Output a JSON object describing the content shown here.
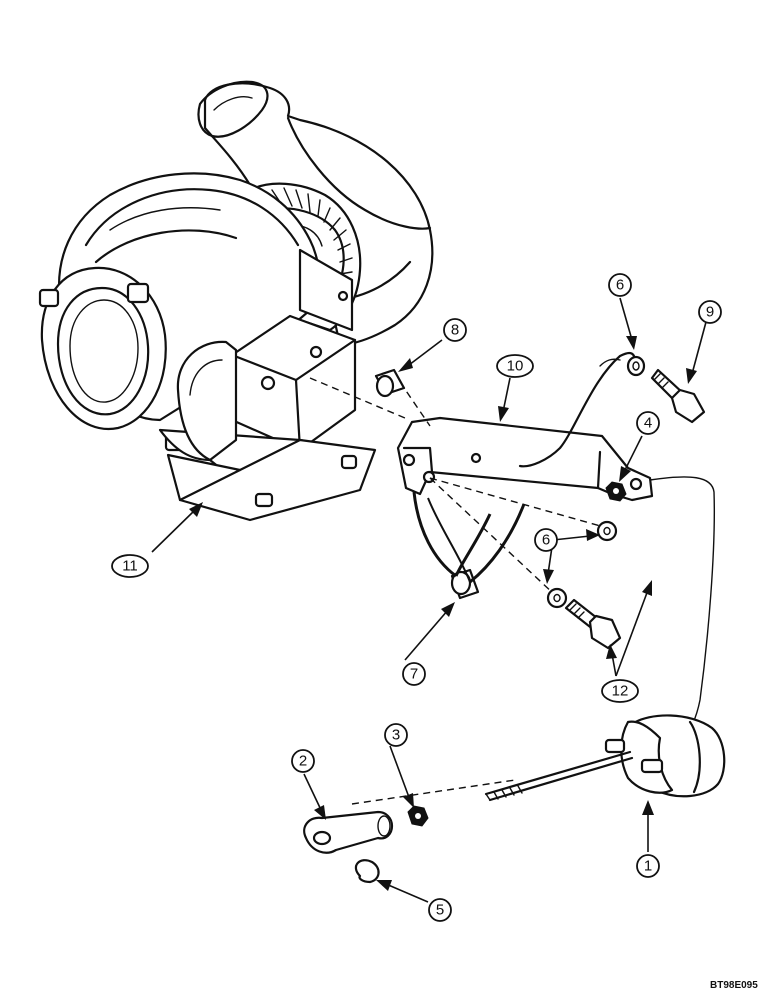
{
  "callouts": {
    "c1": "1",
    "c2": "2",
    "c3": "3",
    "c4": "4",
    "c5": "5",
    "c6a": "6",
    "c6b": "6",
    "c7": "7",
    "c8": "8",
    "c9": "9",
    "c10": "10",
    "c11": "11",
    "c12": "12"
  },
  "figure_id": "BT98E095"
}
